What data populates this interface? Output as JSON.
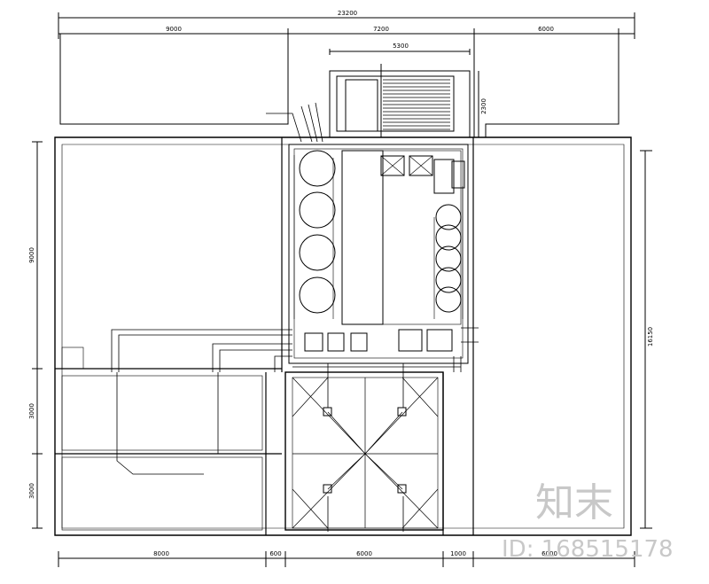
{
  "dimensions": {
    "overall": "23200",
    "top_left": "9000",
    "top_mid": "7200",
    "top_right": "6000",
    "stair_width": "5300",
    "stair_depth": "2300",
    "left_upper": "9000",
    "left_mid": "3000",
    "left_lower": "3000",
    "right_total": "16150",
    "bottom_left": "8000",
    "bottom_a": "600",
    "bottom_mid": "6000",
    "bottom_b": "1000",
    "bottom_right": "6000"
  },
  "watermark": {
    "logo": "知末",
    "id_text": "ID: 168515178"
  }
}
